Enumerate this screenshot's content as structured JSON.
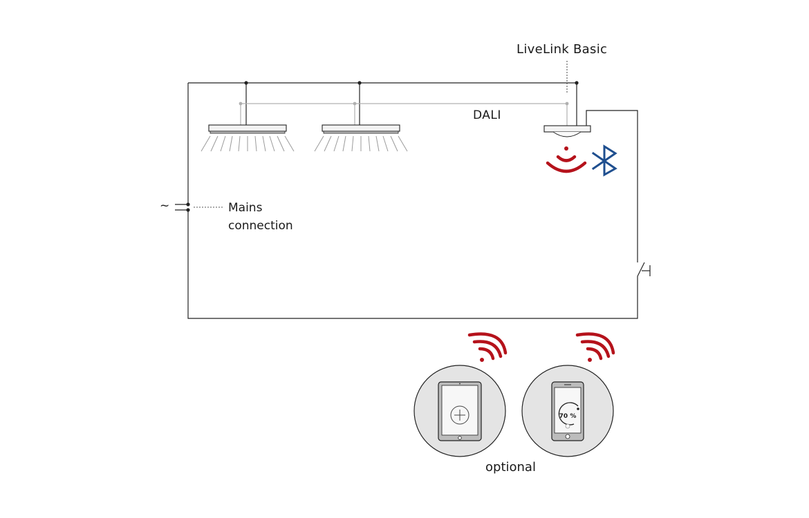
{
  "labels": {
    "device": "LiveLink Basic",
    "bus": "DALI",
    "mains_symbol": "~",
    "mains_line1": "Mains",
    "mains_line2": "connection",
    "optional": "optional"
  },
  "smartphone_display": "70 %",
  "colors": {
    "wire": "#222222",
    "dali_bus": "#b0b0b0",
    "signal_red": "#b5121b",
    "bluetooth_blue": "#1f4f8f",
    "device_circle": "#e4e4e4"
  },
  "icons": [
    "luminaire-icon",
    "luminaire-icon",
    "livelink-sensor-icon",
    "wireless-signal-icon",
    "bluetooth-icon",
    "switch-icon",
    "tablet-icon",
    "smartphone-icon",
    "wifi-icon",
    "wifi-icon"
  ]
}
